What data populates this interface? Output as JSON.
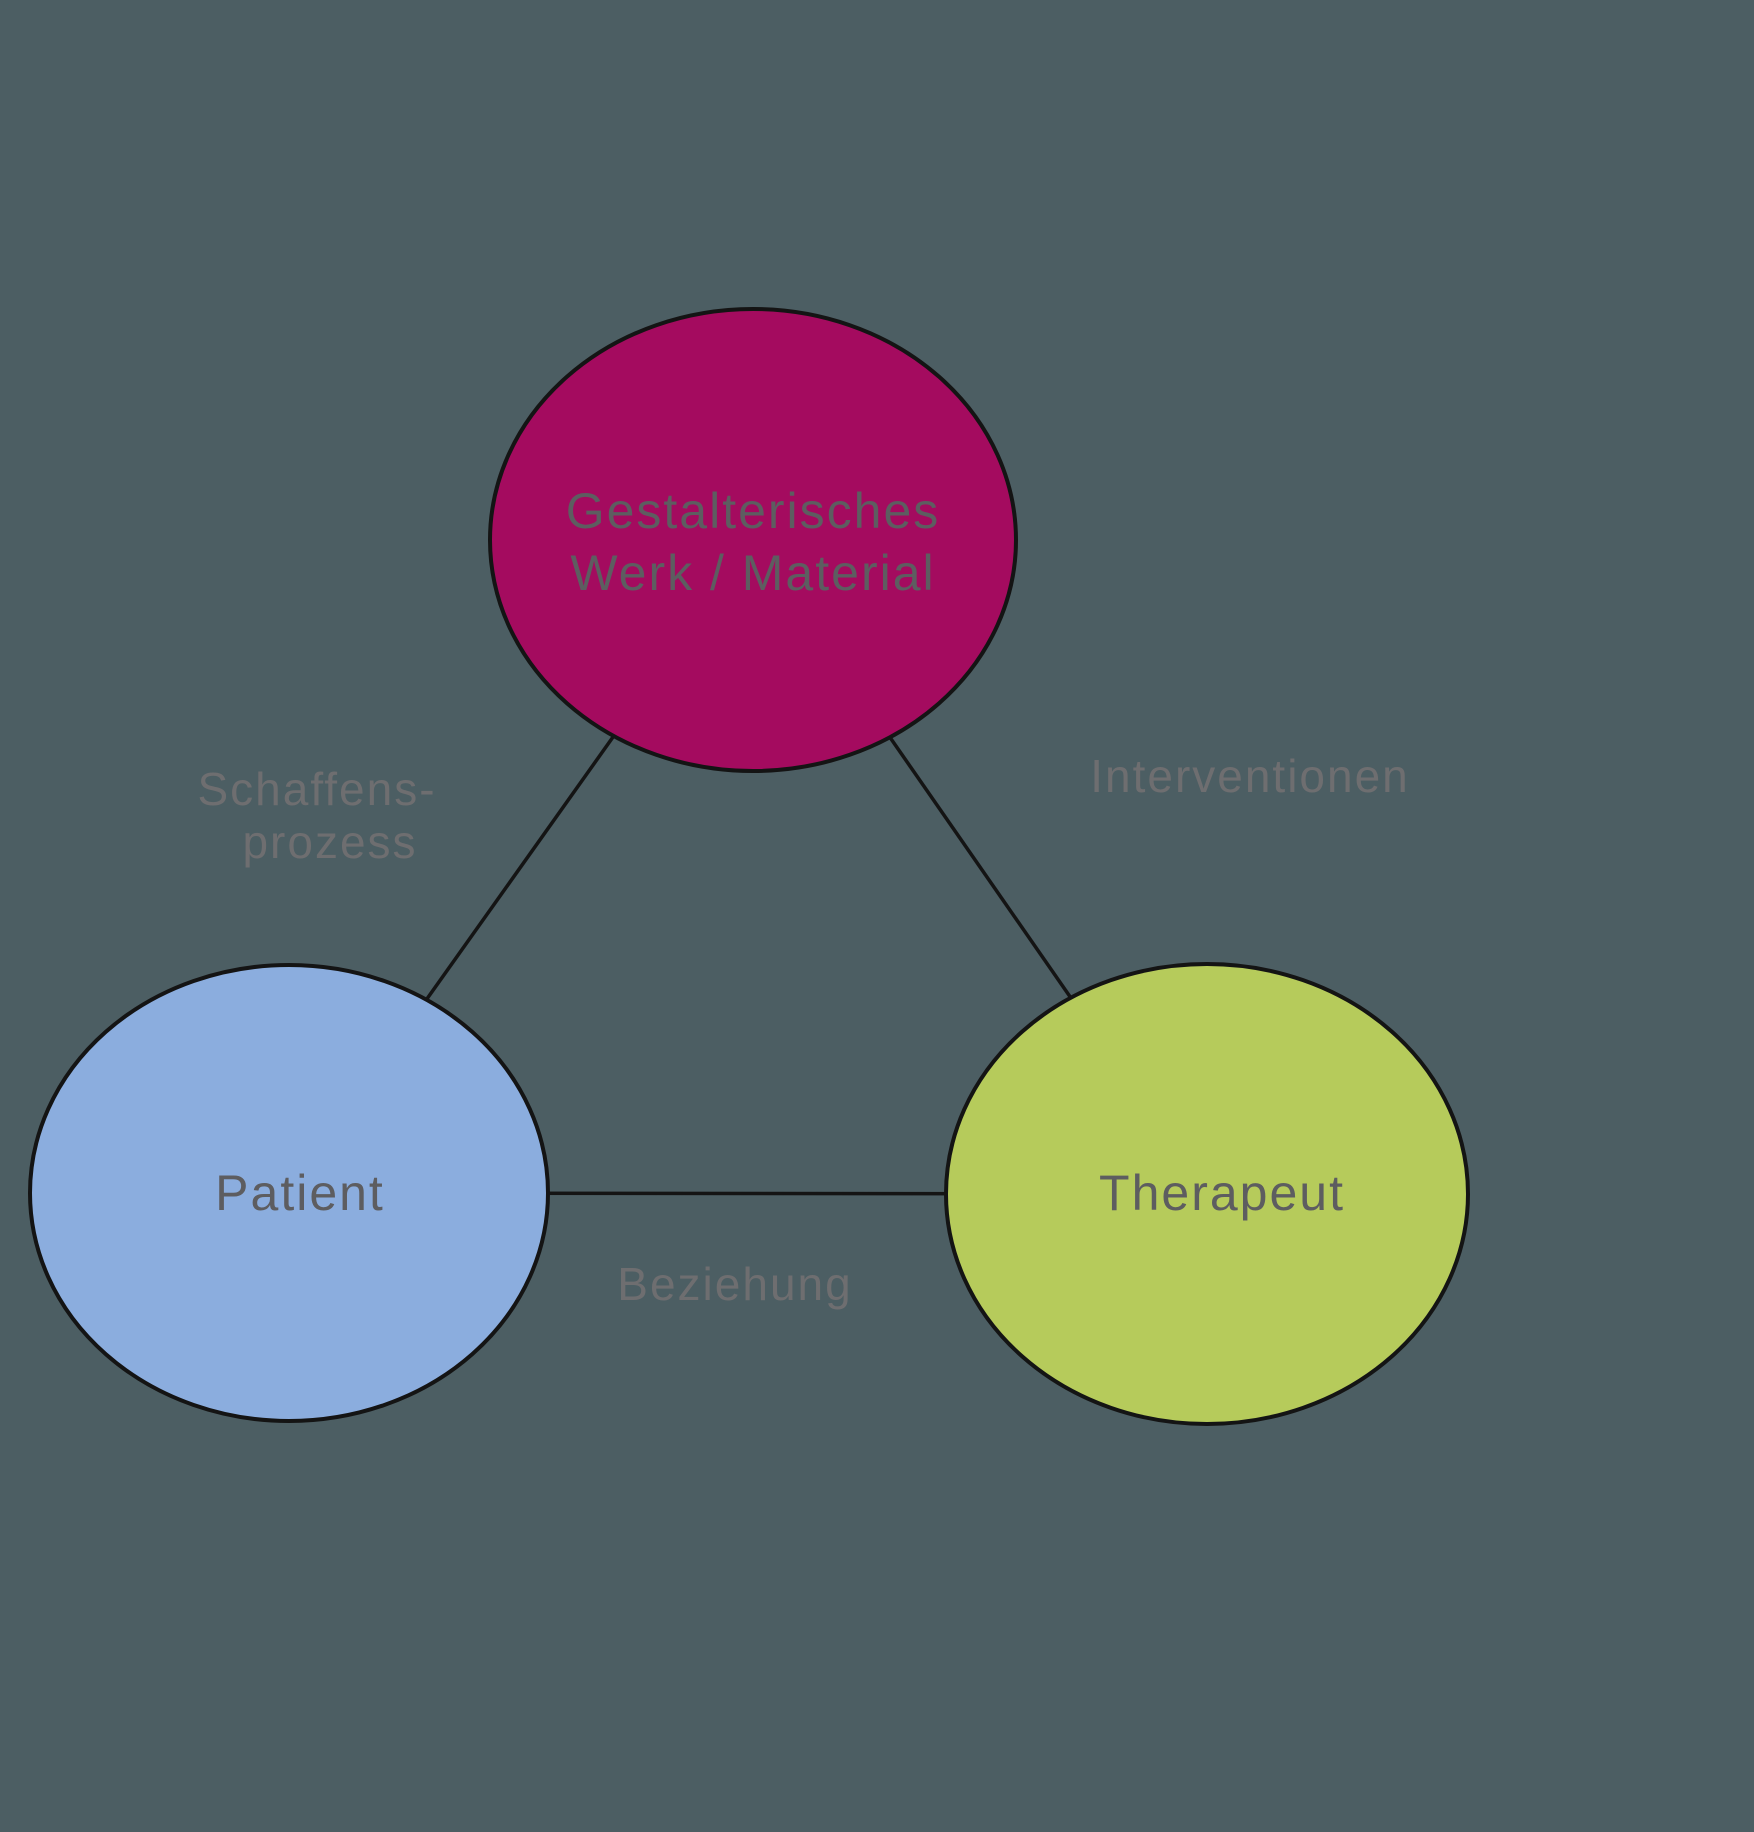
{
  "canvas": {
    "background_color": "#4c5e63"
  },
  "nodes": {
    "werk": {
      "label_line1": "Gestalterisches",
      "label_line2": "Werk / Material",
      "color": "#a40b5f"
    },
    "patient": {
      "label": "Patient",
      "color": "#8badde"
    },
    "therapeut": {
      "label": "Therapeut",
      "color": "#b6cb5b"
    }
  },
  "edges": {
    "schaffensprozess": {
      "label_line1": "Schaffens-",
      "label_line2": "prozess"
    },
    "interventionen": {
      "label": "Interventionen"
    },
    "beziehung": {
      "label": "Beziehung"
    }
  }
}
